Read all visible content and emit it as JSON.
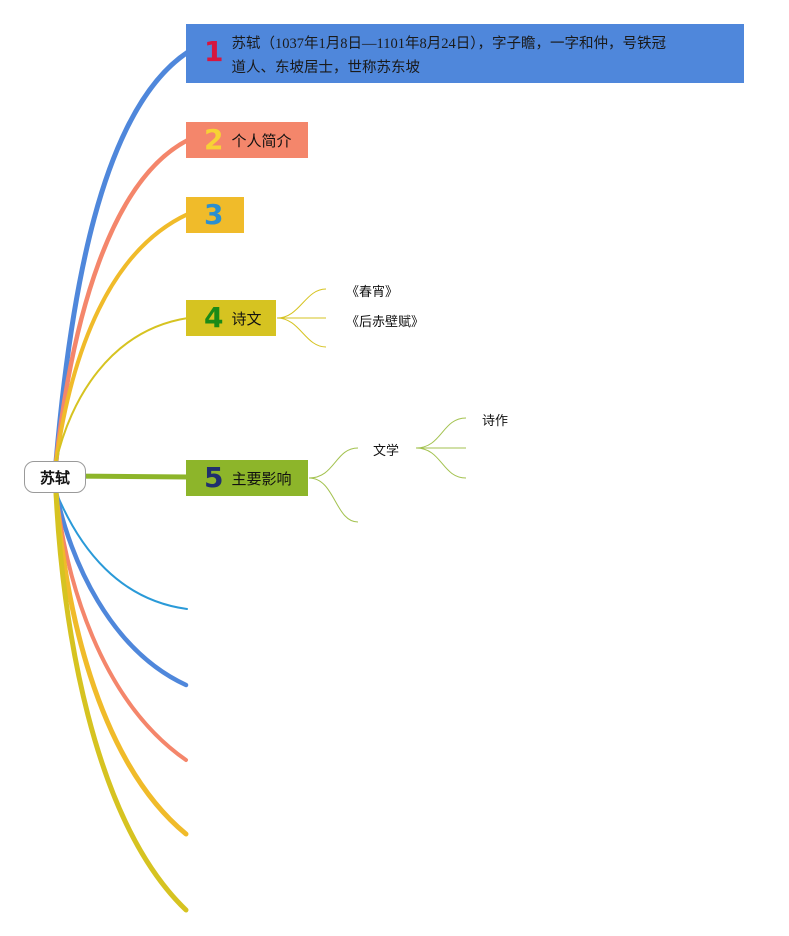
{
  "root": {
    "label": "苏轼"
  },
  "branches": [
    {
      "num": "1",
      "label": "苏轼（1037年1月8日—1101年8月24日），字子瞻，一字和仲，号铁冠道人、东坡居士，世称苏东坡",
      "label_line1": "苏轼（1037年1月8日—1101年8月24日），字子瞻，一字和仲，号铁冠",
      "label_line2": "道人、东坡居士，世称苏东坡",
      "color": "#4f87db"
    },
    {
      "num": "2",
      "label": "个人简介",
      "color": "#f4866b"
    },
    {
      "num": "3",
      "label": "",
      "color": "#f0bb2a"
    },
    {
      "num": "4",
      "label": "诗文",
      "color": "#d6c321",
      "children": [
        {
          "label": "《春宵》"
        },
        {
          "label": "《后赤壁赋》"
        },
        {
          "label": ""
        }
      ]
    },
    {
      "num": "5",
      "label": "主要影响",
      "color": "#8db52a",
      "children": [
        {
          "label": "文学",
          "children": [
            {
              "label": "诗作"
            },
            {
              "label": ""
            },
            {
              "label": ""
            }
          ]
        },
        {
          "label": ""
        }
      ]
    }
  ],
  "empty_branches": [
    {
      "color": "#2a9ad8"
    },
    {
      "color": "#4f87db"
    },
    {
      "color": "#f4866b"
    },
    {
      "color": "#f0bb2a"
    },
    {
      "color": "#d6c321"
    }
  ]
}
